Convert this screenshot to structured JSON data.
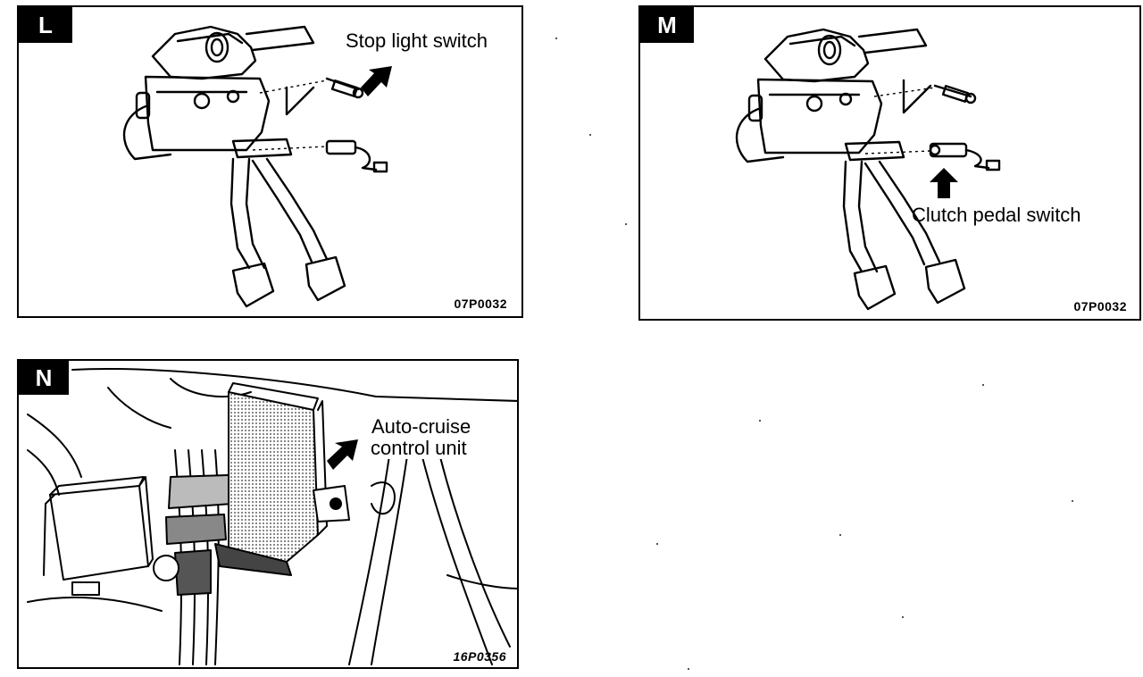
{
  "panels": {
    "l": {
      "badge": "L",
      "callout": "Stop light switch",
      "code": "07P0032"
    },
    "m": {
      "badge": "M",
      "callout": "Clutch pedal switch",
      "code": "07P0032"
    },
    "n": {
      "badge": "N",
      "callout_line1": "Auto-cruise",
      "callout_line2": "control unit",
      "code": "16P0356"
    }
  }
}
